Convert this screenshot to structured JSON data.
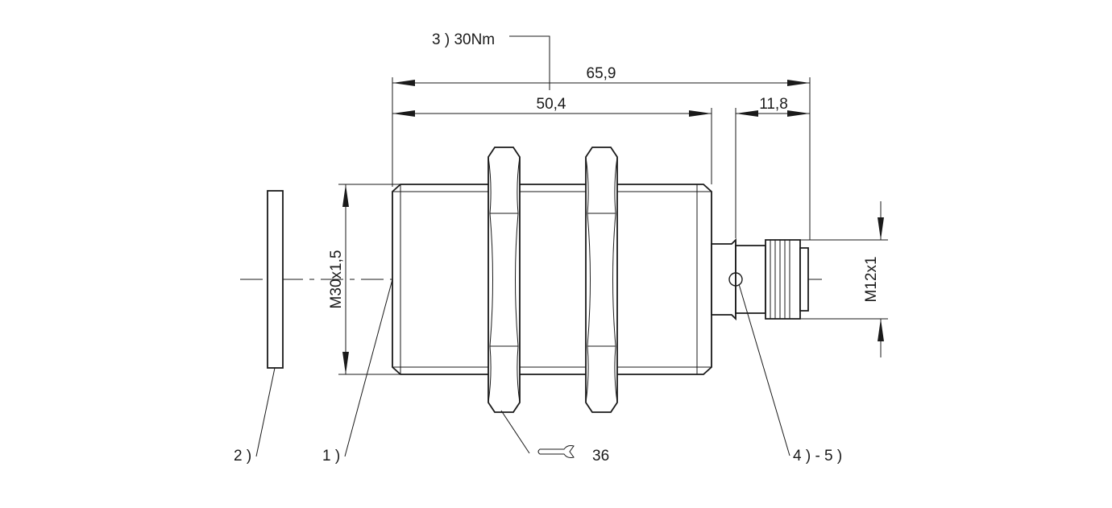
{
  "dimensions": {
    "overall_length": "65,9",
    "thread_length": "50,4",
    "connector_length": "11,8",
    "thread_size": "M30x1,5",
    "connector_thread": "M12x1"
  },
  "callouts": {
    "sensing_face": "1 )",
    "washer": "2 )",
    "torque": "3 ) 30Nm",
    "wrench_size": "36",
    "led": "4 ) - 5 )"
  }
}
